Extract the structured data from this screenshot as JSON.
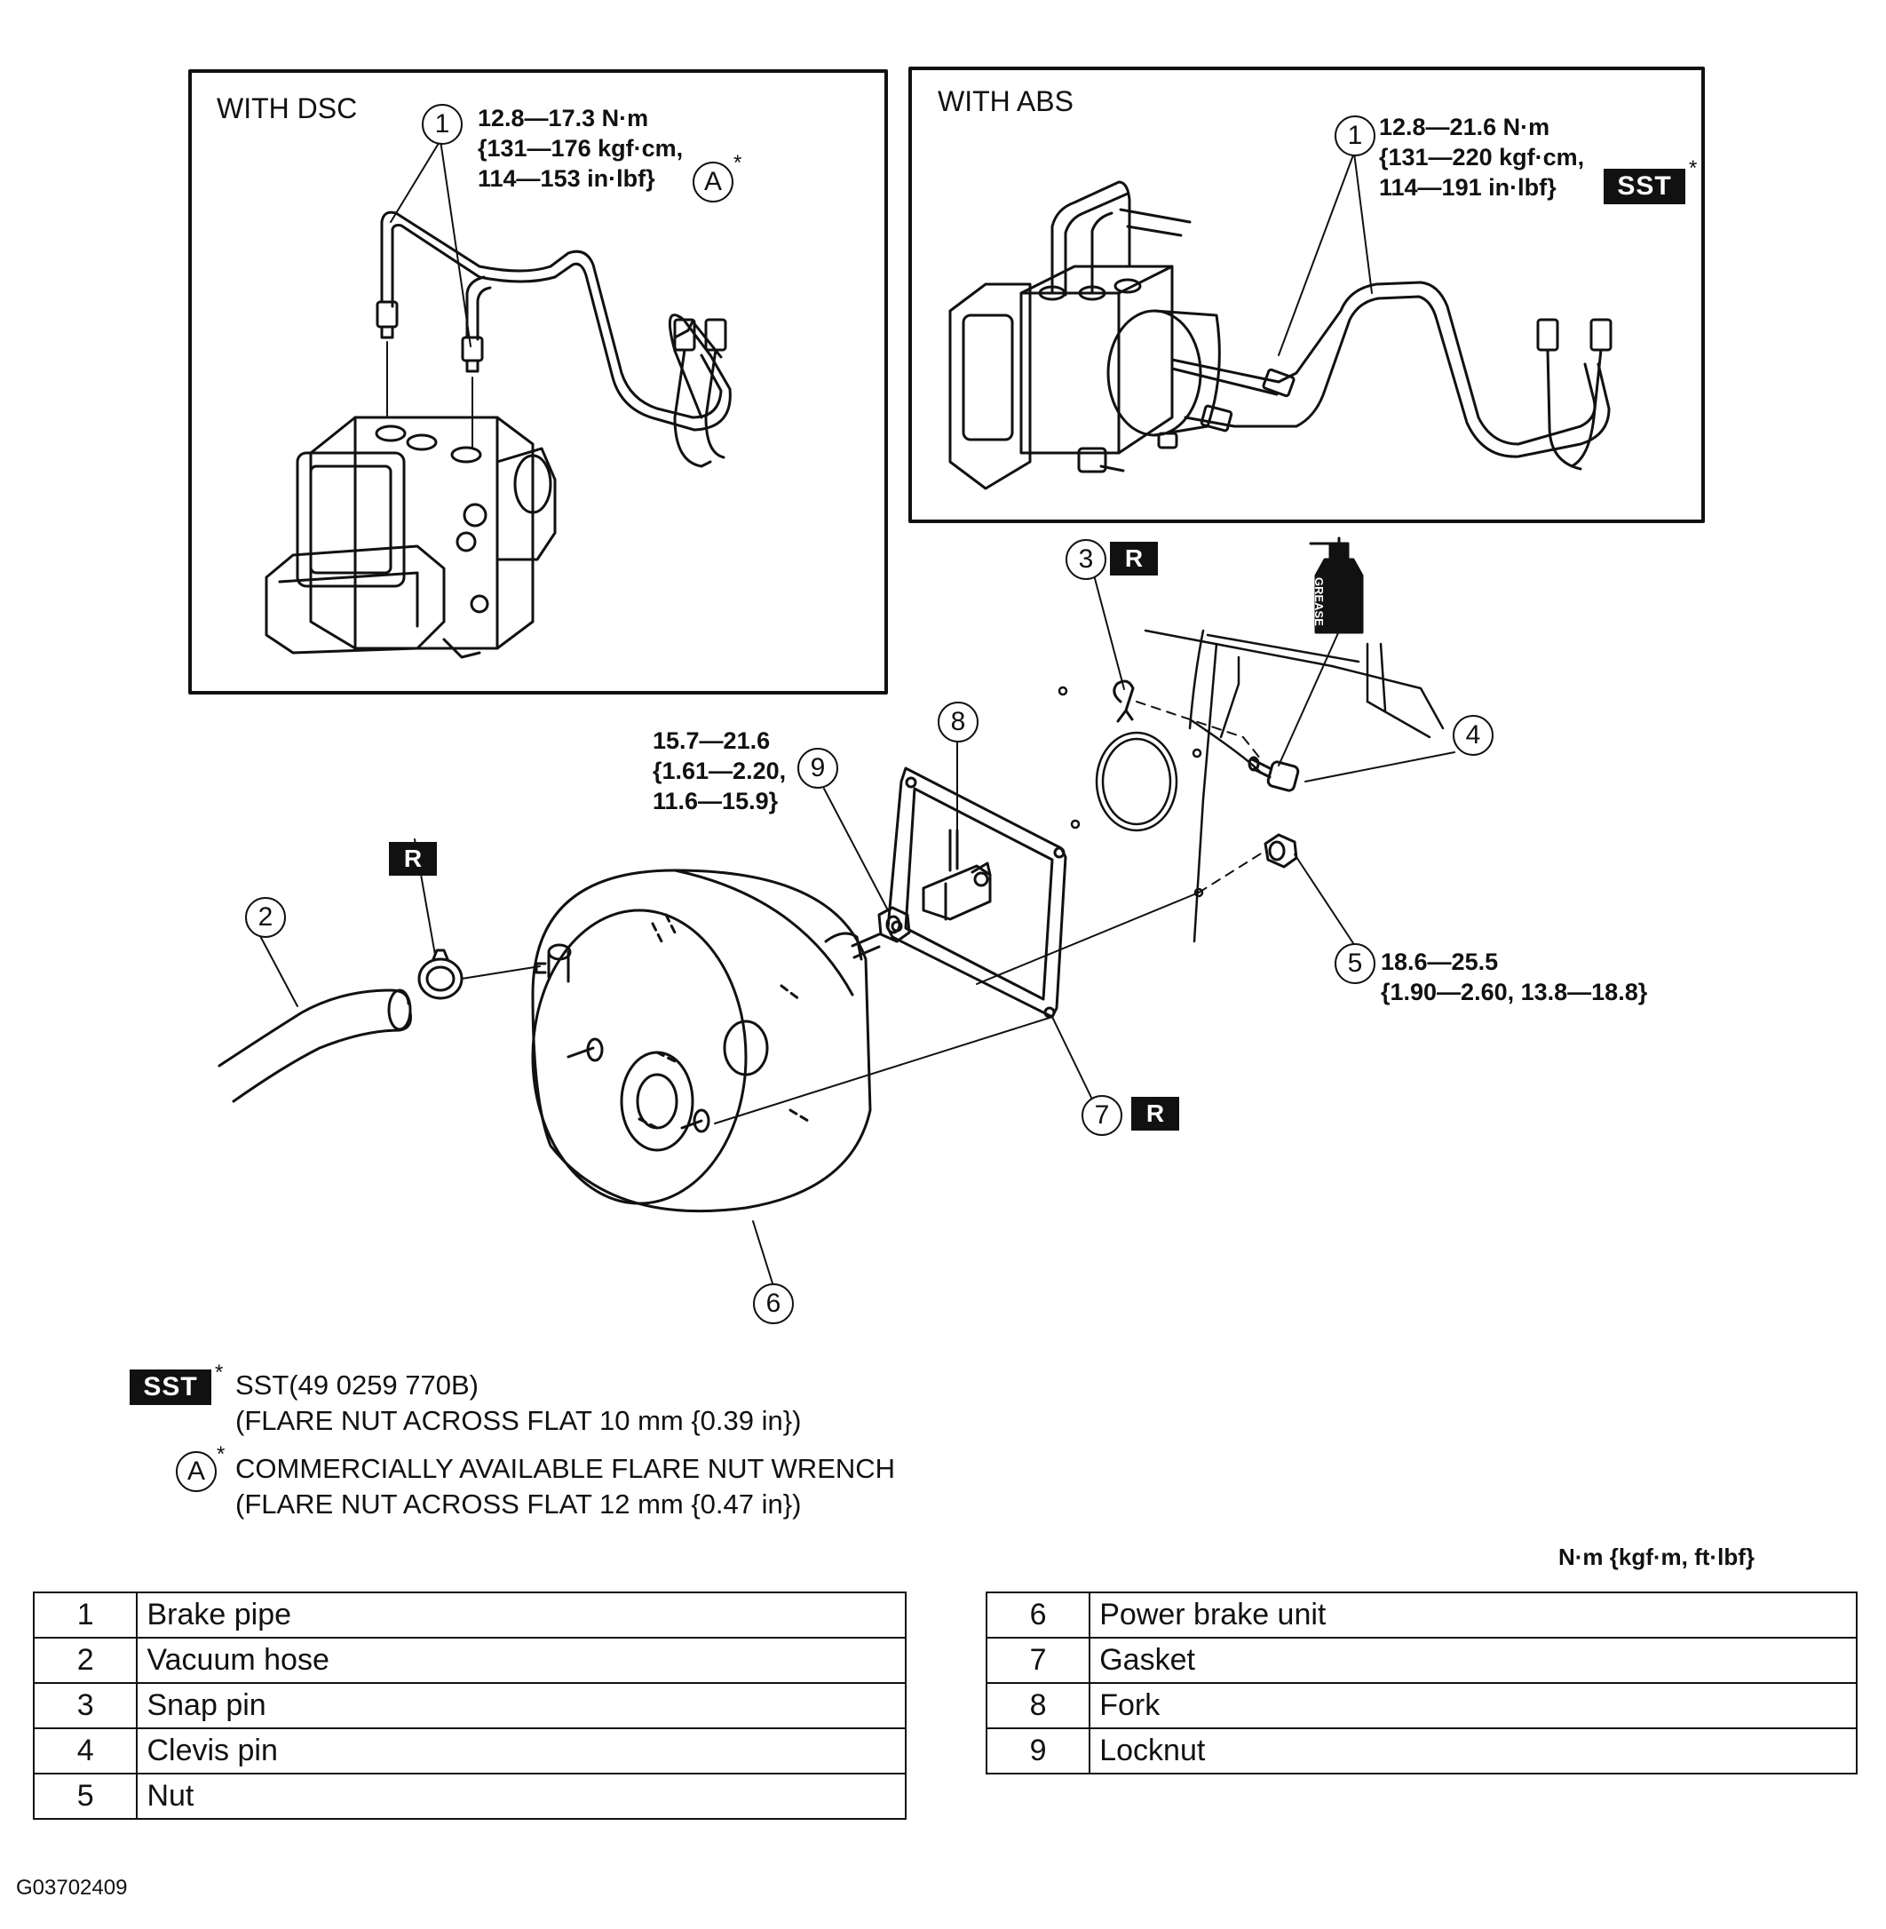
{
  "insets": {
    "dsc": {
      "title": "WITH DSC",
      "callout": "1",
      "torque": [
        "12.8—17.3 N·m",
        "{131—176 kgf·cm,",
        "114—153 in·lbf}"
      ],
      "tool_mark": "A",
      "tool_star": "*"
    },
    "abs": {
      "title": "WITH ABS",
      "callout": "1",
      "torque": [
        "12.8—21.6 N·m",
        "{131—220 kgf·cm,",
        "114—191 in·lbf}"
      ],
      "tool_mark": "SST",
      "tool_star": "*"
    }
  },
  "callouts": {
    "c2": "2",
    "c3": "3",
    "c4": "4",
    "c5": "5",
    "c6": "6",
    "c7": "7",
    "c8": "8",
    "c9": "9"
  },
  "replace_mark": "R",
  "grease_label": "GREASE",
  "torques": {
    "locknut": [
      "15.7—21.6",
      "{1.61—2.20,",
      "11.6—15.9}"
    ],
    "nut": [
      "18.6—25.5",
      "{1.90—2.60, 13.8—18.8}"
    ]
  },
  "notes": {
    "sst_mark": "SST",
    "sst_star": "*",
    "sst_line1": "SST(49 0259 770B)",
    "sst_line2": "(FLARE NUT ACROSS FLAT 10 mm {0.39 in})",
    "a_mark": "A",
    "a_star": "*",
    "a_line1": "COMMERCIALLY AVAILABLE FLARE NUT WRENCH",
    "a_line2": "(FLARE NUT ACROSS FLAT 12 mm {0.47 in})"
  },
  "units": "N·m {kgf·m, ft·lbf}",
  "parts_left": [
    {
      "num": "1",
      "name": "Brake pipe"
    },
    {
      "num": "2",
      "name": "Vacuum hose"
    },
    {
      "num": "3",
      "name": "Snap pin"
    },
    {
      "num": "4",
      "name": "Clevis pin"
    },
    {
      "num": "5",
      "name": "Nut"
    }
  ],
  "parts_right": [
    {
      "num": "6",
      "name": "Power brake unit"
    },
    {
      "num": "7",
      "name": "Gasket"
    },
    {
      "num": "8",
      "name": "Fork"
    },
    {
      "num": "9",
      "name": "Locknut"
    }
  ],
  "figure_code": "G03702409"
}
